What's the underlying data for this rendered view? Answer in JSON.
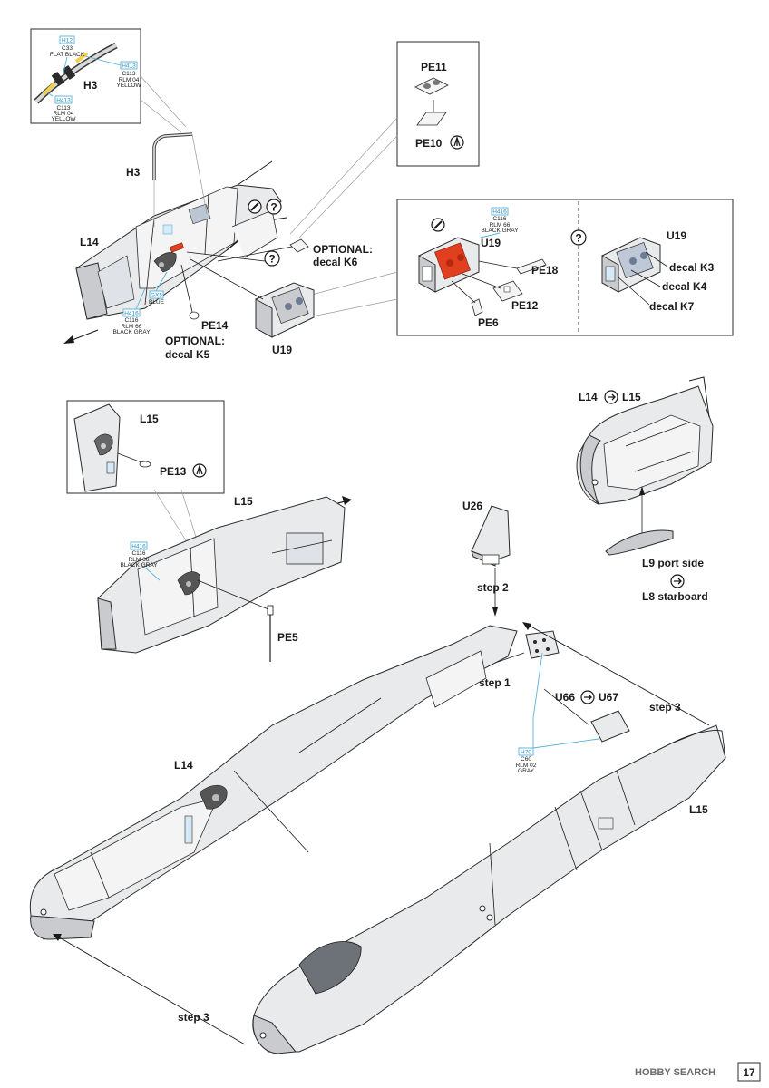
{
  "labels": {
    "h3_inset": "H3",
    "h3": "H3",
    "l14_top": "L14",
    "pe11": "PE11",
    "pe10": "PE10",
    "optional_k6_1": "OPTIONAL:",
    "optional_k6_2": "decal K6",
    "pe14": "PE14",
    "optional_k5_1": "OPTIONAL:",
    "optional_k5_2": "decal K5",
    "u19_main": "U19",
    "u19_inset_a": "U19",
    "pe18": "PE18",
    "pe12": "PE12",
    "pe6": "PE6",
    "u19_inset_b": "U19",
    "decal_k3": "decal K3",
    "decal_k4": "decal K4",
    "decal_k7": "decal K7",
    "l14_join": "L14",
    "l15_join": "L15",
    "l9": "L9 port side",
    "l8": "L8 starboard",
    "l15_inset": "L15",
    "pe13": "PE13",
    "l15_mid": "L15",
    "pe5": "PE5",
    "u26": "U26",
    "step2": "step 2",
    "step1": "step 1",
    "u66": "U66",
    "u67": "U67",
    "step3_right": "step 3",
    "l14_bottom": "L14",
    "l15_bottom": "L15",
    "step3_bottom": "step 3",
    "page_number": "17",
    "watermark": "HOBBY SEARCH"
  },
  "paint_callouts": [
    {
      "code": "H12",
      "c": "C33",
      "name": "FLAT BLACK",
      "name2": ""
    },
    {
      "code": "H413",
      "c": "C113",
      "name": "RLM 04",
      "name2": "YELLOW"
    },
    {
      "code": "H413",
      "c": "C113",
      "name": "RLM 04",
      "name2": "YELLOW"
    },
    {
      "code": "H416",
      "c": "C116",
      "name": "RLM 66",
      "name2": "BLACK GRAY"
    },
    {
      "code": "GX5",
      "c": "",
      "name": "BLUE",
      "name2": ""
    },
    {
      "code": "H416",
      "c": "C116",
      "name": "RLM 66",
      "name2": "BLACK GRAY"
    },
    {
      "code": "H416",
      "c": "C116",
      "name": "RLM 66",
      "name2": "BLACK GRAY"
    },
    {
      "code": "H70",
      "c": "C60",
      "name": "RLM 02",
      "name2": "GRAY"
    }
  ],
  "colors": {
    "paint_code_accent": "#57b3d9",
    "parts_red": "#e0401f",
    "part_fill": "#e9eaec"
  },
  "icons": [
    "bend-arrow-icon",
    "join-arrow-icon",
    "drill-hole-icon",
    "question-mark-icon",
    "glue-brush-icon"
  ]
}
